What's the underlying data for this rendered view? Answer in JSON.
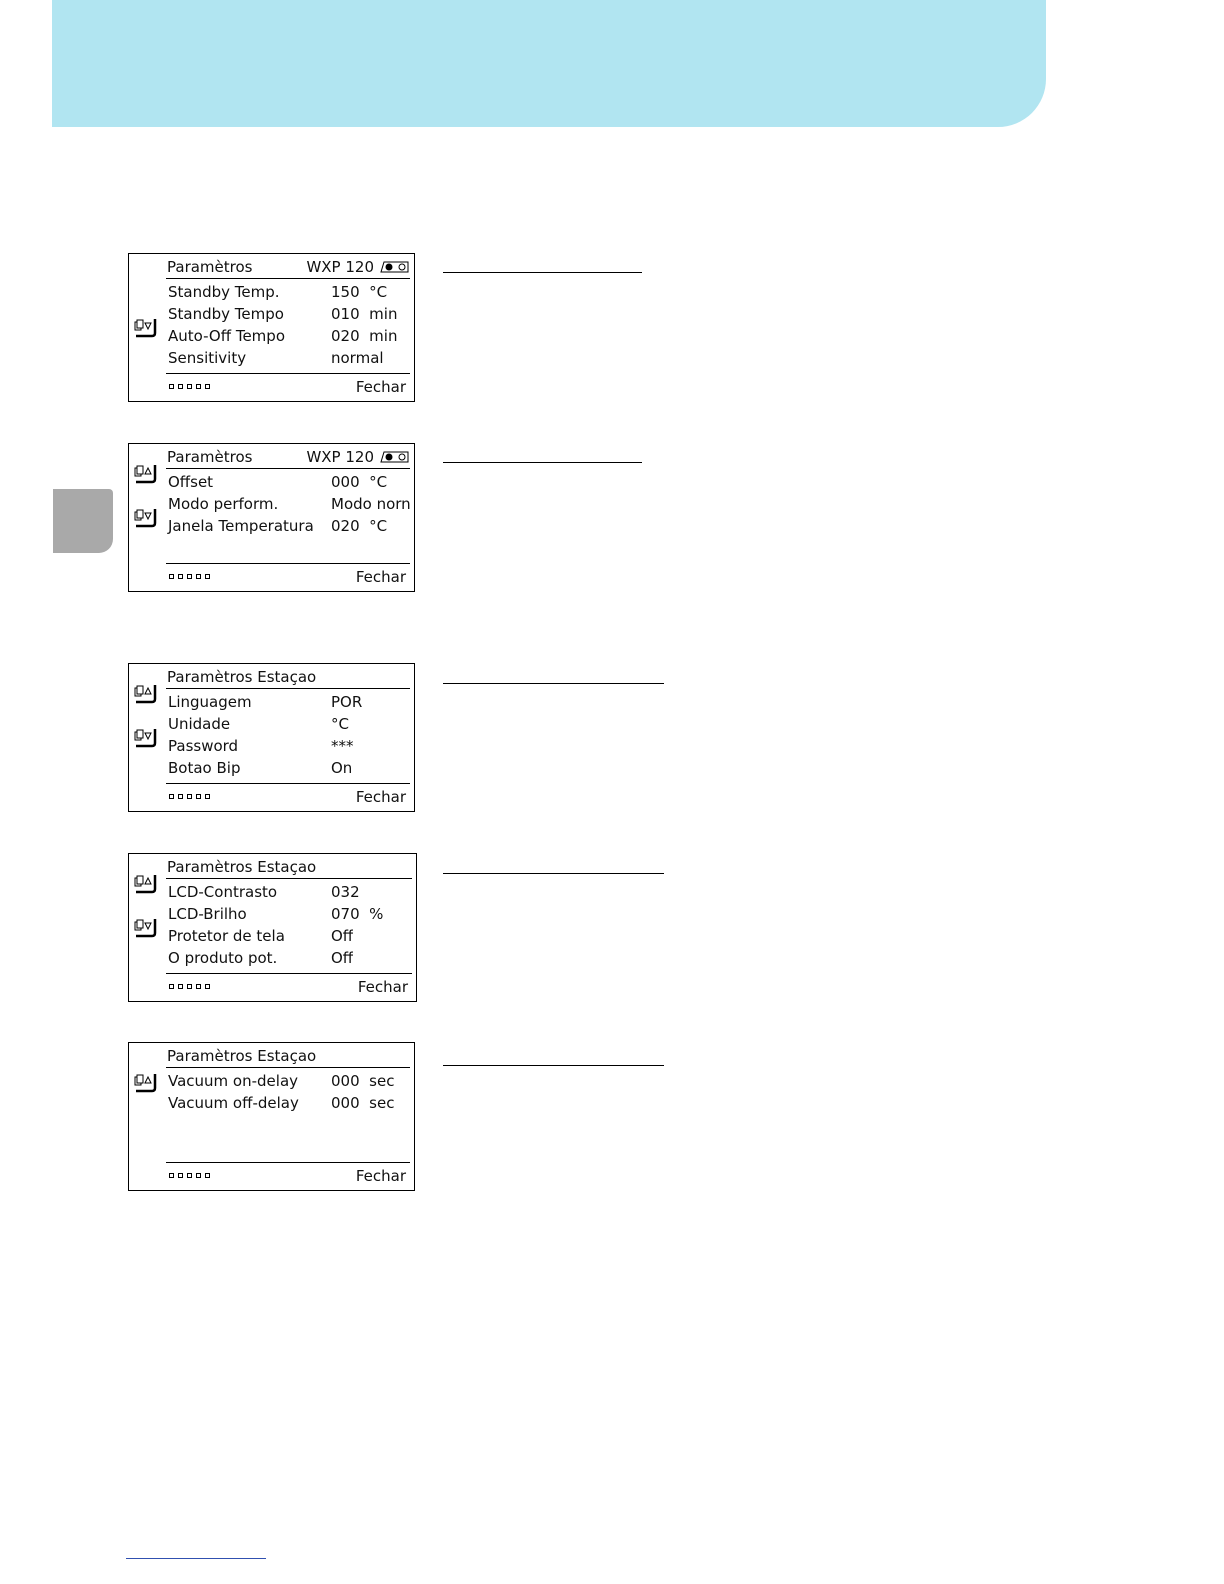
{
  "colors": {
    "header_band": "#b1e5f1",
    "side_tab": "#a9a9a9"
  },
  "panels": [
    {
      "title": "Paramètros",
      "model": "WXP 120",
      "icons": [
        "page-down"
      ],
      "rows": [
        {
          "label": "Standby Temp.",
          "value": "150  °C"
        },
        {
          "label": "Standby Tempo",
          "value": "010  min"
        },
        {
          "label": "Auto-Off Tempo",
          "value": "020  min"
        },
        {
          "label": "Sensitivity",
          "value": "normal"
        }
      ],
      "close": "Fechar"
    },
    {
      "title": "Paramètros",
      "model": "WXP 120",
      "icons": [
        "page-up",
        "page-down"
      ],
      "rows": [
        {
          "label": "Offset",
          "value": "000  °C"
        },
        {
          "label": "Modo perform.",
          "value": "Modo norn"
        },
        {
          "label": "Janela Temperatura",
          "value": "020  °C"
        }
      ],
      "close": "Fechar"
    },
    {
      "title": "Paramètros Estaçao",
      "icons": [
        "page-up",
        "page-down"
      ],
      "rows": [
        {
          "label": "Linguagem",
          "value": "POR"
        },
        {
          "label": "Unidade",
          "value": "°C"
        },
        {
          "label": "Password",
          "value": "***"
        },
        {
          "label": "Botao Bip",
          "value": "On"
        }
      ],
      "close": "Fechar"
    },
    {
      "title": "Paramètros Estaçao",
      "icons": [
        "page-up",
        "page-down"
      ],
      "rows": [
        {
          "label": "LCD-Contrasto",
          "value": "032"
        },
        {
          "label": "LCD-Brilho",
          "value": "070  %"
        },
        {
          "label": "Protetor de tela",
          "value": "Off"
        },
        {
          "label": "O produto pot.",
          "value": "Off"
        }
      ],
      "close": "Fechar"
    },
    {
      "title": "Paramètros Estaçao",
      "icons": [
        "page-up"
      ],
      "rows": [
        {
          "label": "Vacuum on-delay",
          "value": "000  sec"
        },
        {
          "label": "Vacuum off-delay",
          "value": "000  sec"
        }
      ],
      "close": "Fechar"
    }
  ]
}
